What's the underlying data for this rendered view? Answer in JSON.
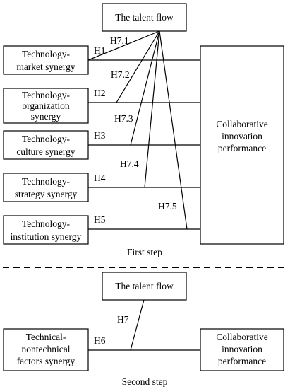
{
  "first_step": {
    "talent_flow": "The talent flow",
    "synergies": [
      {
        "line1": "Technology-",
        "line2": "market synergy",
        "line3": ""
      },
      {
        "line1": "Technology-",
        "line2": "organization",
        "line3": "synergy"
      },
      {
        "line1": "Technology-",
        "line2": "culture synergy",
        "line3": ""
      },
      {
        "line1": "Technology-",
        "line2": "strategy synergy",
        "line3": ""
      },
      {
        "line1": "Technology-",
        "line2": "institution synergy",
        "line3": ""
      }
    ],
    "outcome": {
      "line1": "Collaborative",
      "line2": "innovation",
      "line3": "performance"
    },
    "direct_paths": [
      "H1",
      "H2",
      "H3",
      "H4",
      "H5"
    ],
    "moderation_paths": [
      "H7.1",
      "H7.2",
      "H7.3",
      "H7.4",
      "H7.5"
    ],
    "caption": "First step"
  },
  "second_step": {
    "talent_flow": "The talent flow",
    "synergy": {
      "line1": "Technical-",
      "line2": "nontechnical",
      "line3": "factors synergy"
    },
    "outcome": {
      "line1": "Collaborative",
      "line2": "innovation",
      "line3": "performance"
    },
    "direct_path": "H6",
    "moderation_path": "H7",
    "caption": "Second step"
  }
}
